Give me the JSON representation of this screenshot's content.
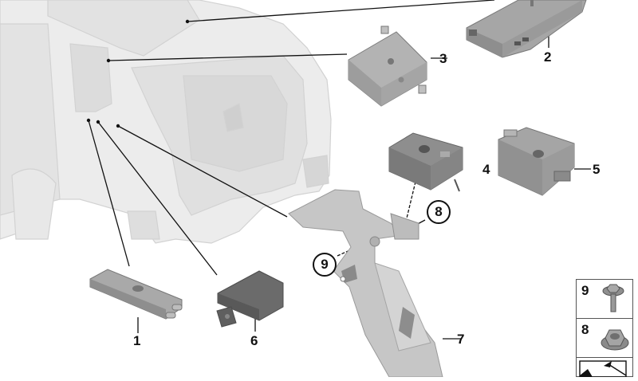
{
  "diagram": {
    "type": "parts-exploded-view",
    "subject": "Rear vehicle body with antenna amplifier modules and bracket",
    "callouts": [
      {
        "id": "1",
        "label": "1",
        "part": "antenna-amplifier-twin-connector"
      },
      {
        "id": "2",
        "label": "2",
        "part": "antenna-module-long"
      },
      {
        "id": "3",
        "label": "3",
        "part": "antenna-amplifier-square"
      },
      {
        "id": "4",
        "label": "4",
        "part": "antenna-module-with-bracket"
      },
      {
        "id": "5",
        "label": "5",
        "part": "antenna-module-clip"
      },
      {
        "id": "6",
        "label": "6",
        "part": "control-unit-with-mount-tab"
      },
      {
        "id": "7",
        "label": "7",
        "part": "bracket"
      },
      {
        "id": "8",
        "label": "8",
        "part": "hex-nut",
        "circled": true
      },
      {
        "id": "9",
        "label": "9",
        "part": "hex-bolt",
        "circled": true
      }
    ],
    "legend": [
      {
        "label": "9",
        "icon": "hex-bolt-icon"
      },
      {
        "label": "8",
        "icon": "hex-nut-icon"
      }
    ],
    "nav_icon": "arrow-back-icon"
  },
  "colors": {
    "body": "#e6e6e6",
    "body_line": "#cfcfcf",
    "part": "#a9a9a9",
    "part_dark": "#7d7d7d",
    "bracket": "#c9c9c9",
    "line": "#111111"
  }
}
